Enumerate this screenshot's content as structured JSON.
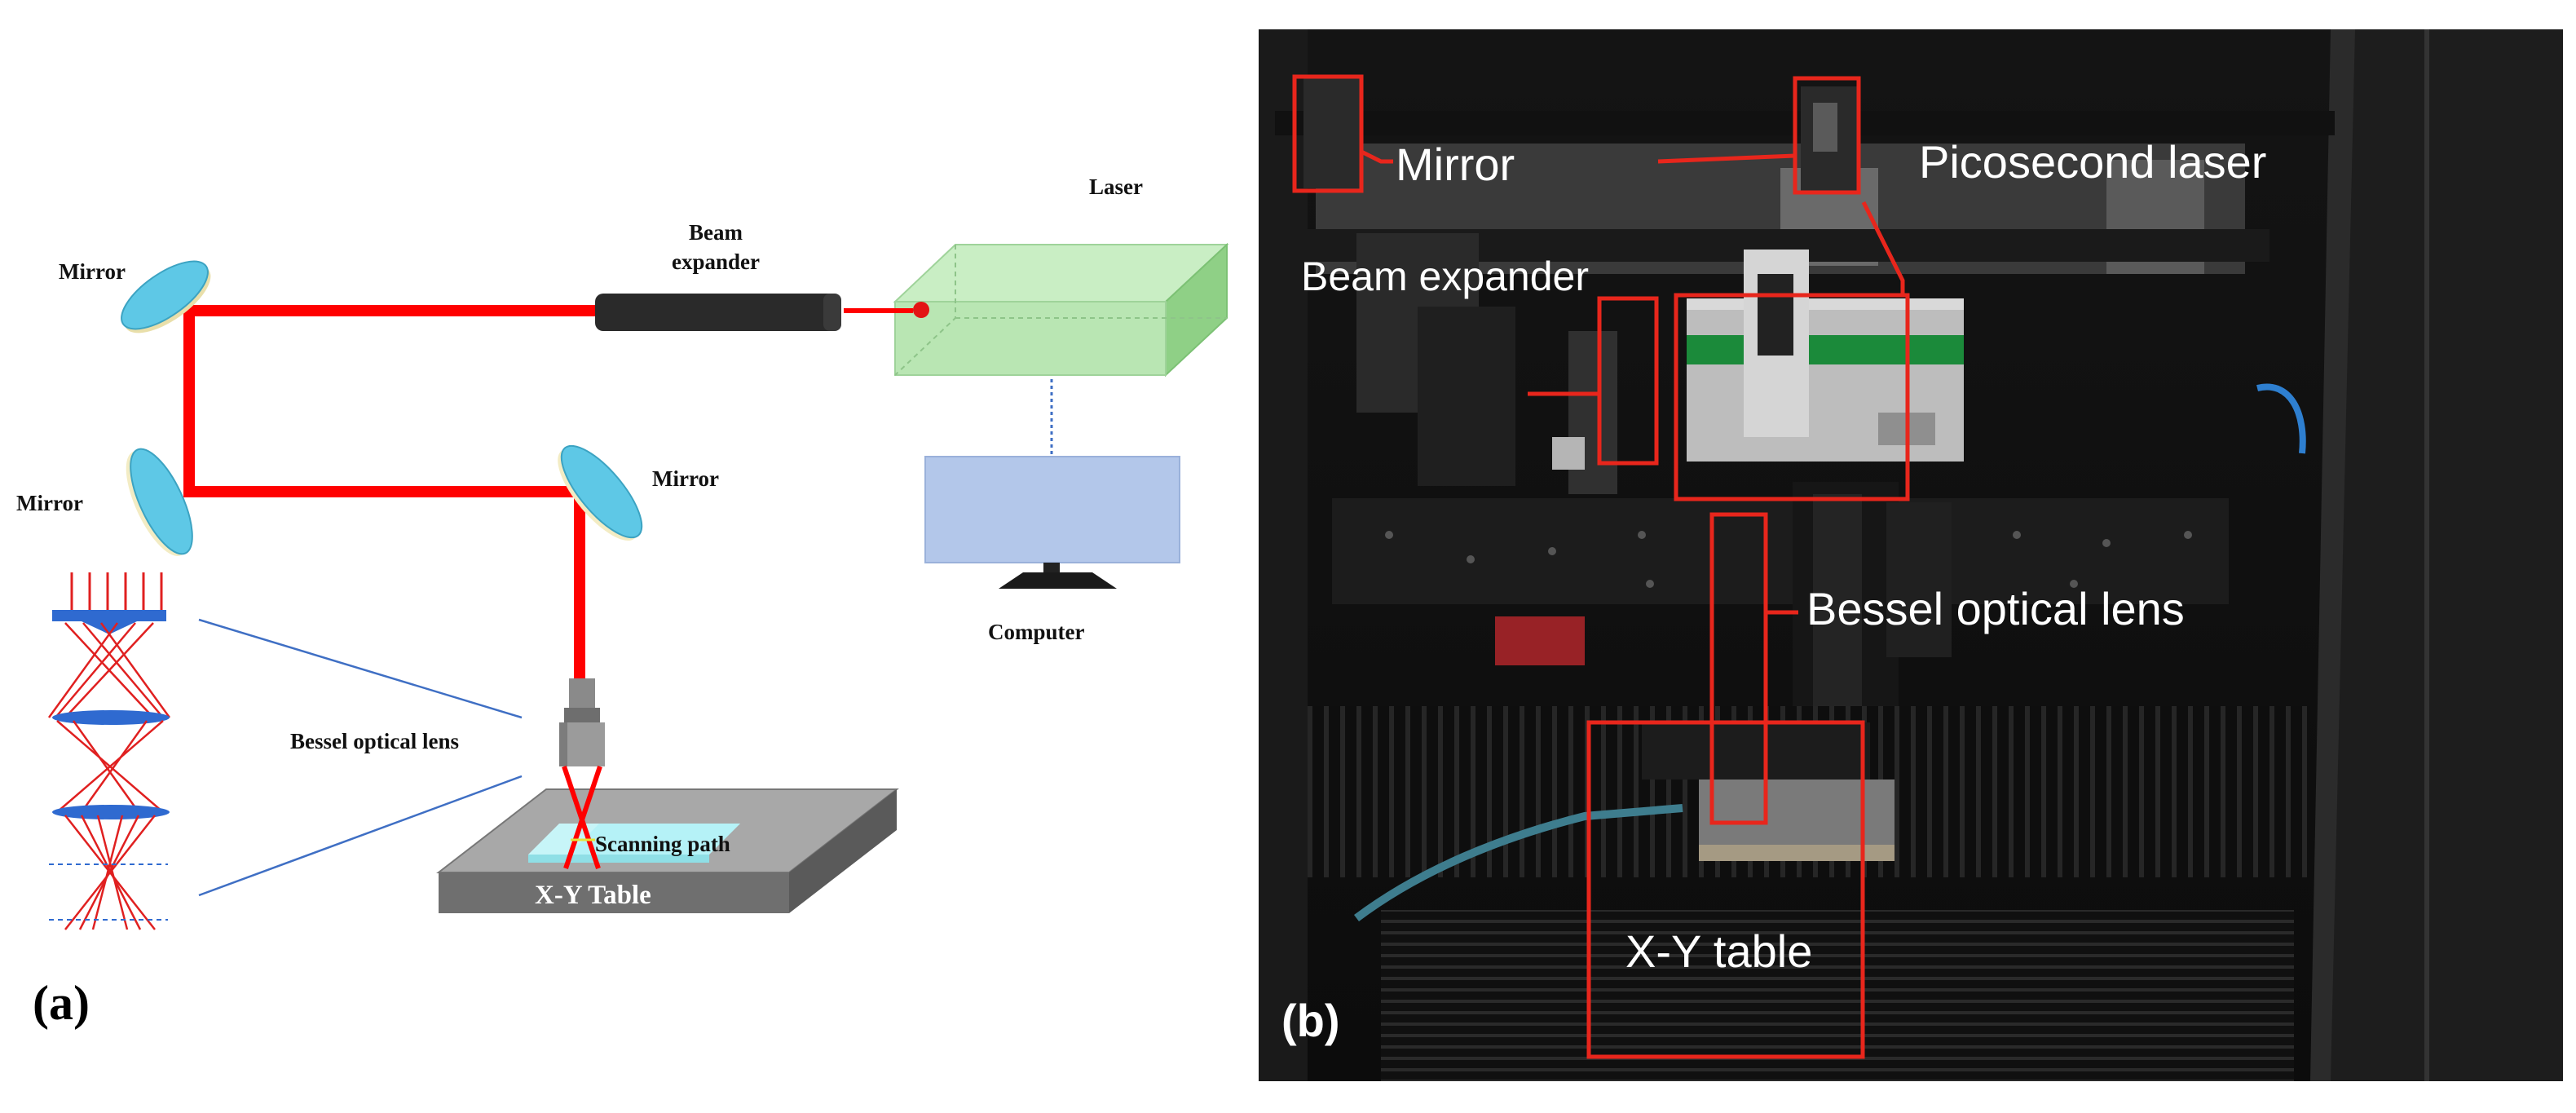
{
  "panel_a": {
    "panel_label": "(a)",
    "labels": {
      "mirror_top_left": "Mirror",
      "mirror_mid_left": "Mirror",
      "mirror_right": "Mirror",
      "beam_expander_line1": "Beam",
      "beam_expander_line2": "expander",
      "laser": "Laser",
      "computer": "Computer",
      "bessel_lens": "Bessel optical lens",
      "scanning_path": "Scanning path",
      "xy_table": "X-Y Table"
    },
    "colors": {
      "beam": "#ff0000",
      "mirror_face": "#5ec8e6",
      "mirror_rim": "#f3ecc4",
      "laser_box": "#b9e6b3",
      "computer_screen": "#b3c7ea",
      "table_top": "#a8a8a8",
      "table_side": "#6f6f6f",
      "sample": "#a9f0f6",
      "ray_lines": "#e02020",
      "lens_disk": "#2f6ad0",
      "callout_line": "#3f6fc4"
    }
  },
  "panel_b": {
    "panel_label": "(b)",
    "labels": {
      "mirror": "Mirror",
      "picosecond_laser": "Picosecond laser",
      "beam_expander": "Beam expander",
      "bessel_lens": "Bessel optical lens",
      "xy_table": "X-Y table"
    },
    "colors": {
      "callout_box": "#e8261c",
      "label_text": "#ffffff"
    }
  }
}
